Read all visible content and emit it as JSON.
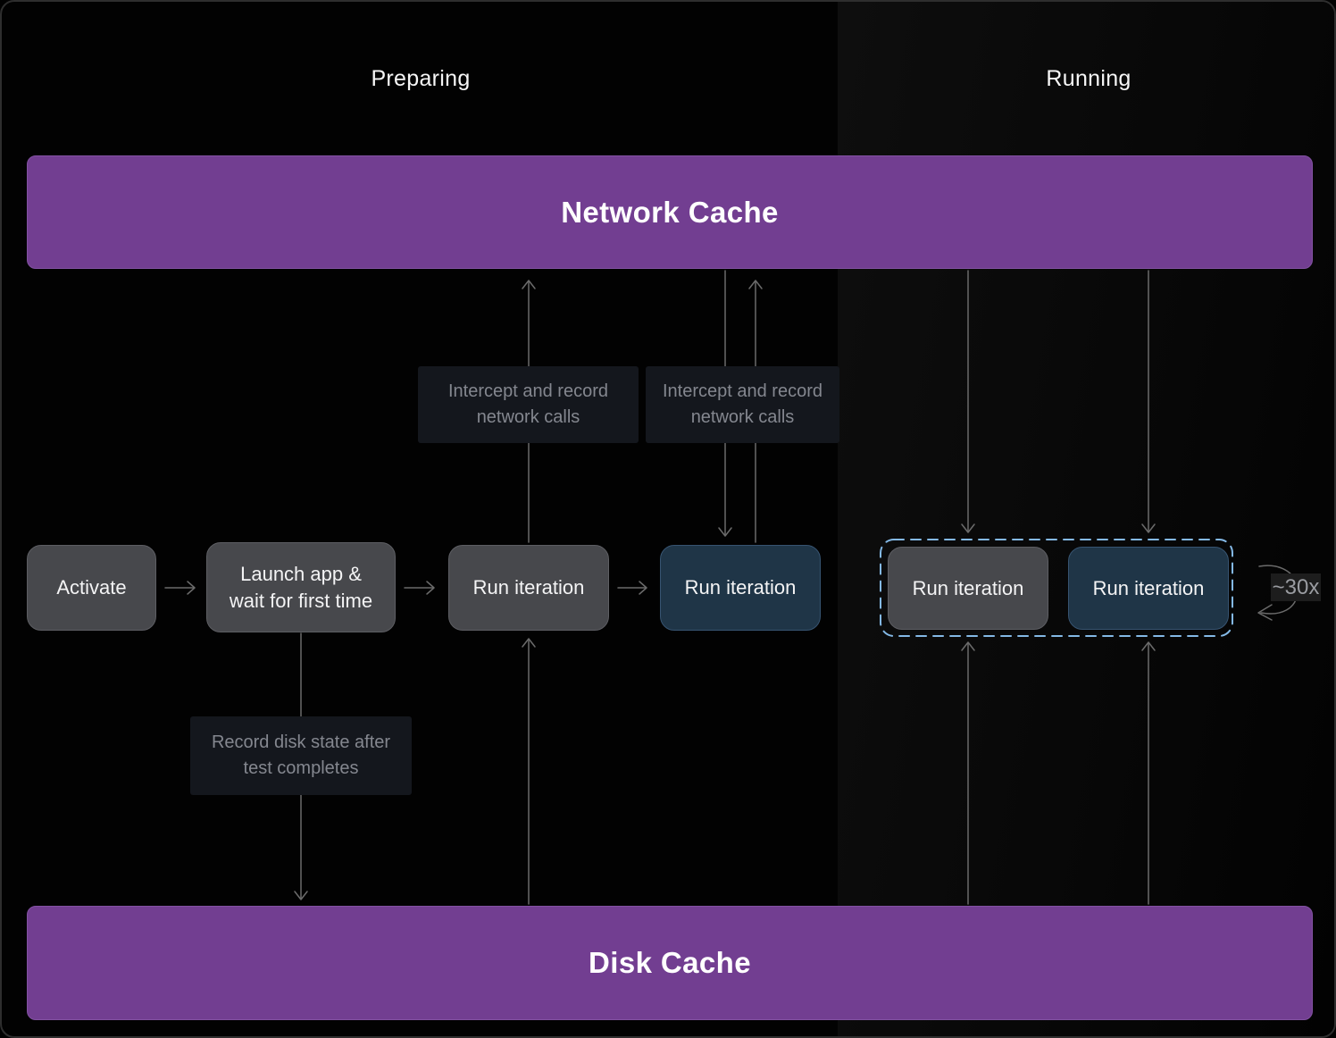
{
  "phases": {
    "preparing": "Preparing",
    "running": "Running"
  },
  "caches": {
    "network": "Network Cache",
    "disk": "Disk Cache"
  },
  "steps": {
    "activate": "Activate",
    "launch": "Launch app & wait for first time",
    "run_iteration_1": "Run iteration",
    "run_iteration_2": "Run iteration",
    "run_iteration_3": "Run iteration",
    "run_iteration_4": "Run iteration"
  },
  "annotations": {
    "intercept_left": "Intercept and record network calls",
    "intercept_right": "Intercept and record network calls",
    "record_disk": "Record disk state after test completes"
  },
  "loop": {
    "repeat_label": "~30x"
  },
  "colors": {
    "cache_bar": "#723e91",
    "step_gray": "#47484c",
    "step_blue": "#1f3547",
    "loop_highlight": "#84b9e6",
    "arrow": "#6b6b6b",
    "annotation_bg": "#14171d",
    "annotation_text": "#84878f",
    "background": "#020202",
    "running_panel": "#0d0d0d"
  },
  "icons": {
    "flow": "arrow-right-icon",
    "cache_write": "arrow-up-icon",
    "cache_read": "arrow-down-icon",
    "repeat": "loop-arrow-icon",
    "highlight": "dashed-selection-border"
  }
}
